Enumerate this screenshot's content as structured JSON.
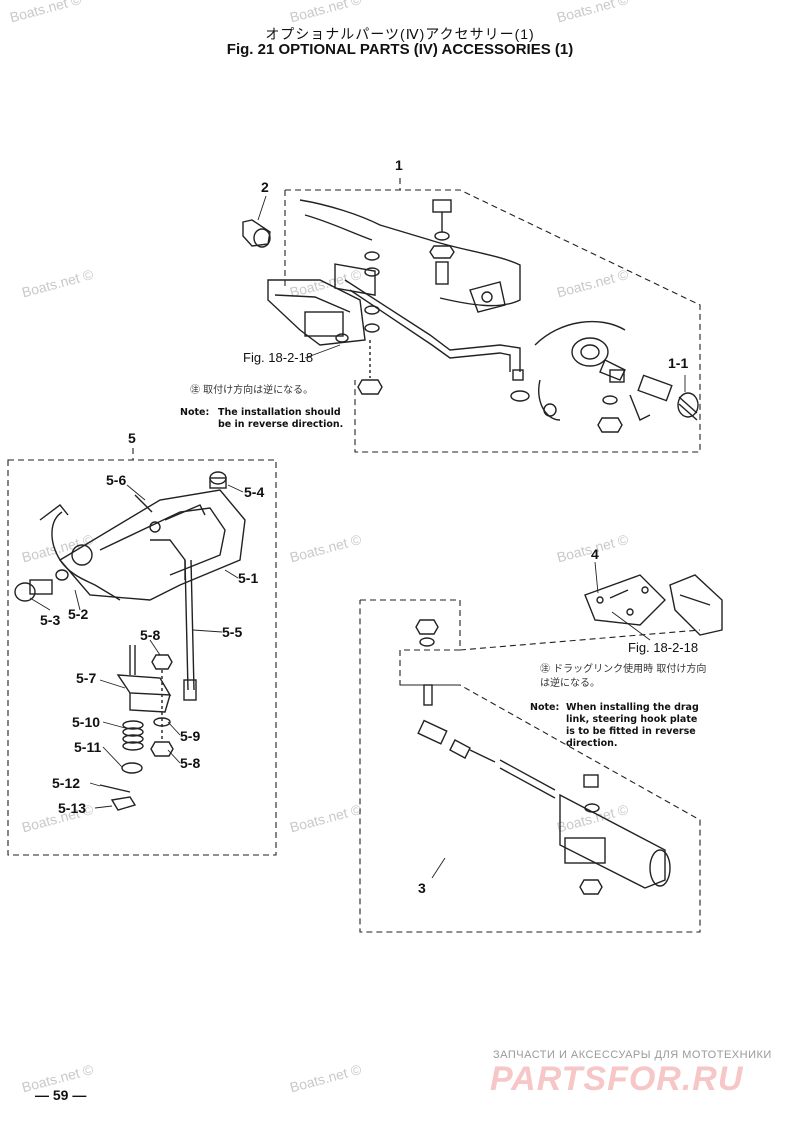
{
  "header": {
    "title_jp": "オプショナルパーツ(Ⅳ)アクセサリー(1)",
    "title_en": "Fig. 21     OPTIONAL PARTS (IV) ACCESSORIES (1)"
  },
  "callouts": {
    "c1": "1",
    "c2": "2",
    "c1_1": "1-1",
    "c3": "3",
    "c4": "4",
    "c5": "5",
    "c5_1": "5-1",
    "c5_2": "5-2",
    "c5_3": "5-3",
    "c5_4": "5-4",
    "c5_5": "5-5",
    "c5_6": "5-6",
    "c5_7": "5-7",
    "c5_8a": "5-8",
    "c5_8b": "5-8",
    "c5_9": "5-9",
    "c5_10": "5-10",
    "c5_11": "5-11",
    "c5_12": "5-12",
    "c5_13": "5-13"
  },
  "refs": {
    "ref_top": "Fig. 18-2-18",
    "ref_right": "Fig. 18-2-18"
  },
  "notes": {
    "top_jp": "㊟ 取付け方向は逆になる。",
    "top_note_label": "Note:",
    "top_note_text": "The installation should be in reverse direction.",
    "right_jp": "㊟ ドラッグリンク使用時 取付け方向は逆になる。",
    "right_note_label": "Note:",
    "right_note_text": "When installing the drag link, steering hook plate is to be fitted in reverse direction."
  },
  "watermark": "Boats.net ©",
  "footer": {
    "page_number": "— 59 —",
    "brand_tagline": "ЗАПЧАСТИ И АКСЕССУАРЫ ДЛЯ МОТОТЕХНИКИ",
    "brand_name": "PARTSFOR.RU"
  }
}
